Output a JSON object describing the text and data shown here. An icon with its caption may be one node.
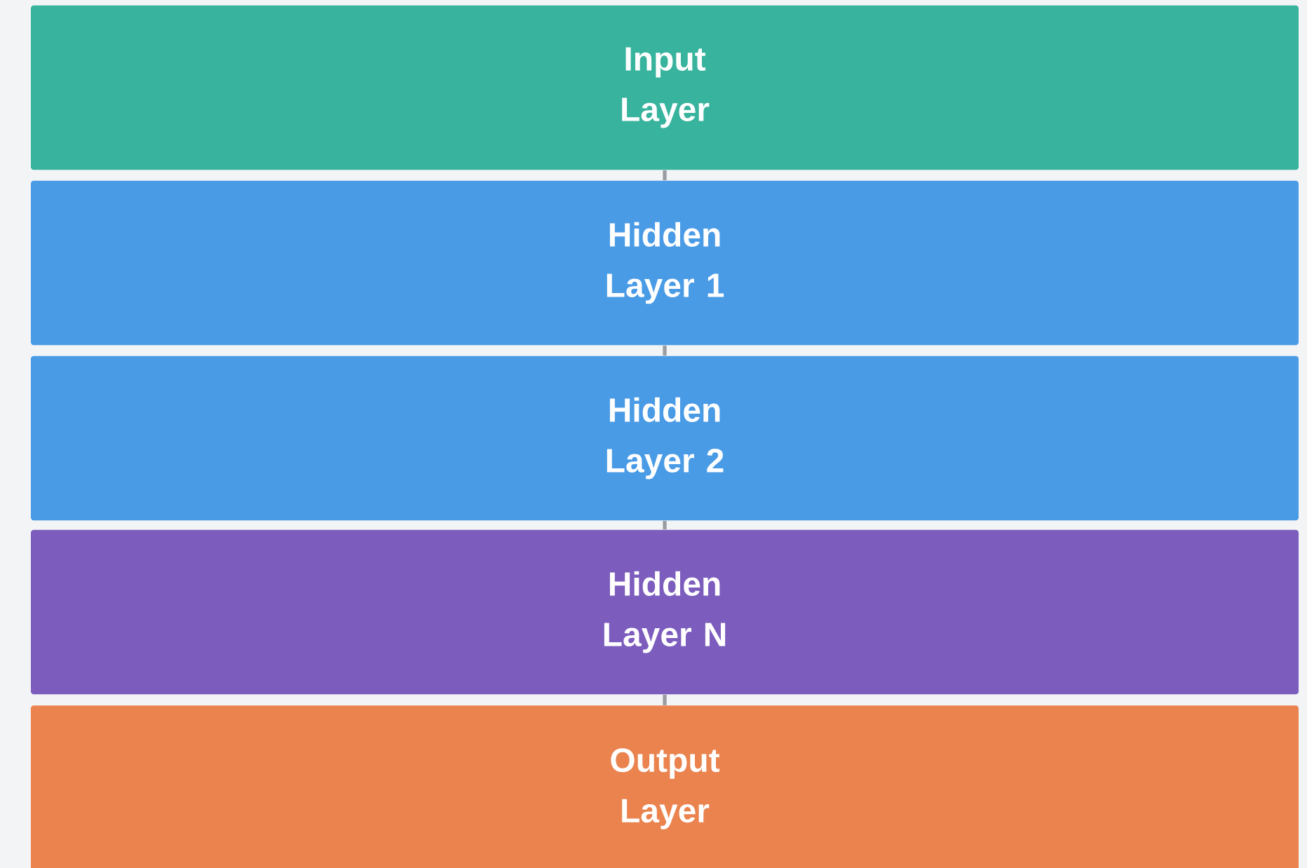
{
  "diagram": {
    "nodes": [
      {
        "text": [
          "Input Layer"
        ]
      },
      {
        "text": [
          "Hidden Layer 1"
        ]
      },
      {
        "text": [
          "Hidden Layer 2"
        ]
      },
      {
        "text": [
          "Hidden Layer N"
        ]
      },
      {
        "text": [
          "Output Layer"
        ]
      }
    ],
    "edges": [
      {
        "from": 0,
        "to": 1,
        "arrow": "none"
      },
      {
        "from": 1,
        "to": 2,
        "arrow": "none"
      },
      {
        "from": 2,
        "to": 3,
        "arrow": "none"
      },
      {
        "from": 3,
        "to": 4,
        "arrow": "none"
      }
    ]
  }
}
